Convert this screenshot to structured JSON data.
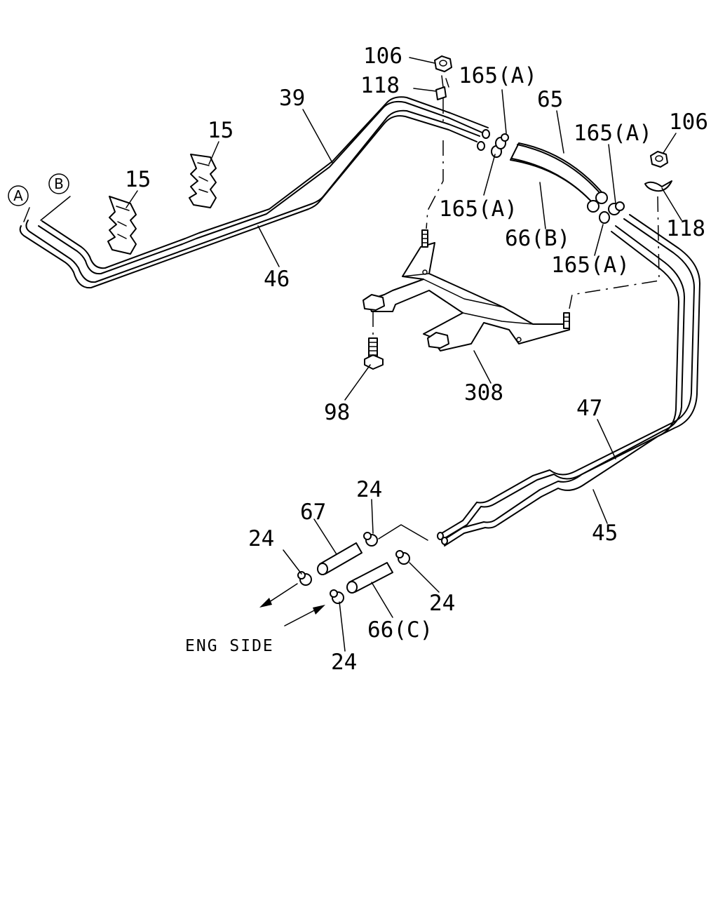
{
  "diagram": {
    "callouts": {
      "p106_top": "106",
      "p118_top": "118",
      "p165a_1": "165(A)",
      "p65": "65",
      "p165a_2": "165(A)",
      "p106_right": "106",
      "p39": "39",
      "p15_upper": "15",
      "p15_lower": "15",
      "p165a_3": "165(A)",
      "p66b": "66(B)",
      "p118_right": "118",
      "p165a_4": "165(A)",
      "p46": "46",
      "p98": "98",
      "p308": "308",
      "p47": "47",
      "p45": "45",
      "p24_top": "24",
      "p67": "67",
      "p24_left": "24",
      "p24_right": "24",
      "p66c": "66(C)",
      "p24_bottom": "24"
    },
    "circle_markers": {
      "a": "A",
      "b": "B"
    },
    "direction_note": "ENG SIDE"
  }
}
